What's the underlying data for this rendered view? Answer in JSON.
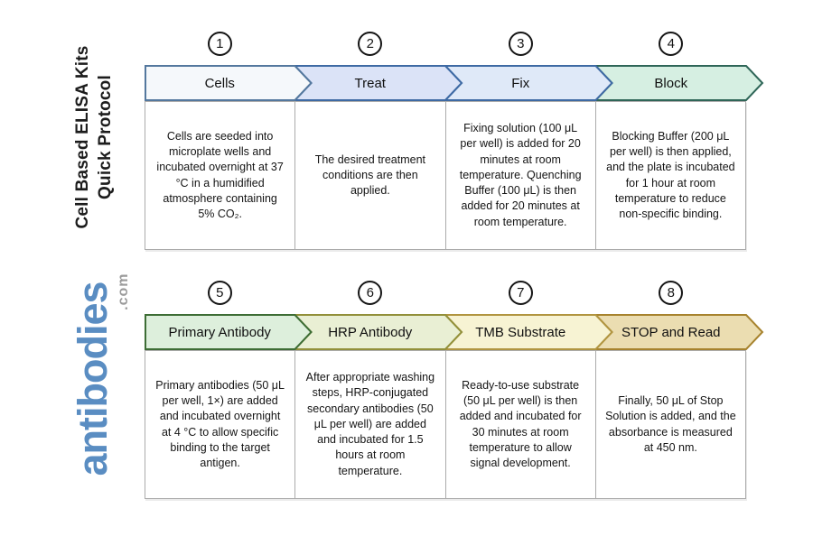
{
  "sidebar": {
    "title_line1": "Cell Based ELISA Kits",
    "title_line2": "Quick Protocol",
    "logo_text": "antibodies",
    "logo_suffix": ".com",
    "logo_color": "#5a8dc2",
    "logo_suffix_color": "#9b9b9b"
  },
  "rows": [
    {
      "steps": [
        {
          "number": "1",
          "label": "Cells",
          "fill": "#f5f8fb",
          "stroke": "#54789e",
          "description": "Cells are seeded into microplate wells and incubated overnight at 37 °C in a humidified atmosphere containing 5% CO₂."
        },
        {
          "number": "2",
          "label": "Treat",
          "fill": "#dbe3f7",
          "stroke": "#3e6aa4",
          "description": "The desired treatment conditions are then applied."
        },
        {
          "number": "3",
          "label": "Fix",
          "fill": "#dfe9f8",
          "stroke": "#3e6aa4",
          "description": "Fixing solution (100 μL per well) is added for 20 minutes at room temperature. Quenching Buffer (100 μL) is then added for 20 minutes at room temperature."
        },
        {
          "number": "4",
          "label": "Block",
          "fill": "#d6efe2",
          "stroke": "#2f6658",
          "description": "Blocking Buffer (200 μL per well) is then applied, and the plate is incubated for 1 hour at room temperature to reduce non-specific binding."
        }
      ]
    },
    {
      "steps": [
        {
          "number": "5",
          "label": "Primary Antibody",
          "fill": "#ddefdc",
          "stroke": "#3d6d35",
          "description": "Primary antibodies (50 μL per well, 1×) are added and incubated overnight at 4 °C to allow specific binding to the target antigen."
        },
        {
          "number": "6",
          "label": "HRP Antibody",
          "fill": "#e9efd4",
          "stroke": "#92903a",
          "description": "After appropriate washing steps, HRP-conjugated secondary antibodies (50 μL per well) are added and incubated for 1.5 hours at room temperature."
        },
        {
          "number": "7",
          "label": "TMB Substrate",
          "fill": "#f7f3d3",
          "stroke": "#b19540",
          "description": "Ready-to-use substrate (50 μL per well) is then added and incubated for 30 minutes at room temperature to allow signal development."
        },
        {
          "number": "8",
          "label": "STOP and Read",
          "fill": "#ebddb1",
          "stroke": "#a7832e",
          "description": "Finally, 50 μL of Stop Solution is added, and the absorbance is measured at 450 nm."
        }
      ]
    }
  ]
}
